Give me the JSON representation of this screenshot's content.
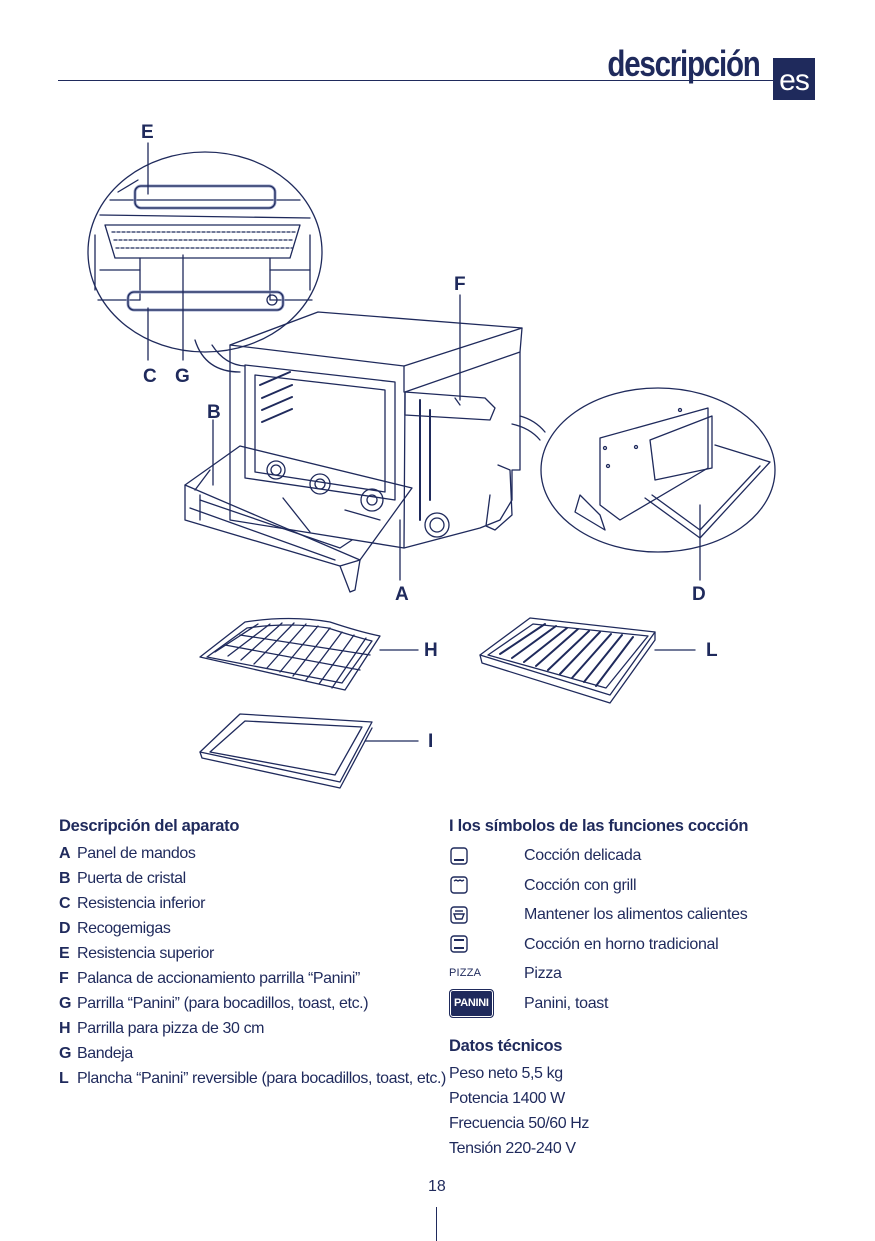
{
  "header": {
    "title": "descripción",
    "lang": "es"
  },
  "figure": {
    "labels": {
      "A": "A",
      "B": "B",
      "C": "C",
      "D": "D",
      "E": "E",
      "F": "F",
      "G": "G",
      "H": "H",
      "I": "I",
      "L": "L"
    }
  },
  "description": {
    "heading": "Descripción del aparato",
    "items": [
      {
        "key": "A",
        "text": "Panel de mandos"
      },
      {
        "key": "B",
        "text": "Puerta de cristal"
      },
      {
        "key": "C",
        "text": "Resistencia inferior"
      },
      {
        "key": "D",
        "text": "Recogemigas"
      },
      {
        "key": "E",
        "text": "Resistencia superior"
      },
      {
        "key": "F",
        "text": "Palanca de accionamiento parrilla “Panini”"
      },
      {
        "key": "G",
        "text": "Parrilla “Panini” (para bocadillos, toast, etc.)"
      },
      {
        "key": "H",
        "text": "Parrilla para pizza de 30 cm"
      },
      {
        "key": "G",
        "text": "Bandeja"
      },
      {
        "key": "L",
        "text": "Plancha “Panini” reversible (para bocadillos, toast, etc.)"
      }
    ]
  },
  "symbols": {
    "heading": "I los símbolos de las funciones cocción",
    "items": [
      {
        "icon": "oven-bottom-heat-icon",
        "label": "Cocción delicada"
      },
      {
        "icon": "oven-grill-icon",
        "label": "Cocción con grill"
      },
      {
        "icon": "oven-keep-warm-icon",
        "label": "Mantener los alimentos calientes"
      },
      {
        "icon": "oven-traditional-icon",
        "label": "Cocción en horno tradicional"
      },
      {
        "icon": "pizza-icon",
        "icon_text": "PIZZA",
        "label": "Pizza"
      },
      {
        "icon": "panini-icon",
        "icon_text": "PANINI",
        "label": "Panini, toast"
      }
    ]
  },
  "tech": {
    "heading": "Datos técnicos",
    "lines": [
      "Peso neto 5,5 kg",
      "Potencia 1400 W",
      "Frecuencia 50/60 Hz",
      "Tensión 220-240 V"
    ]
  },
  "footer": {
    "page_number": "18"
  },
  "colors": {
    "ink": "#1f2a5c",
    "element_fill": "#9aa3c9"
  }
}
